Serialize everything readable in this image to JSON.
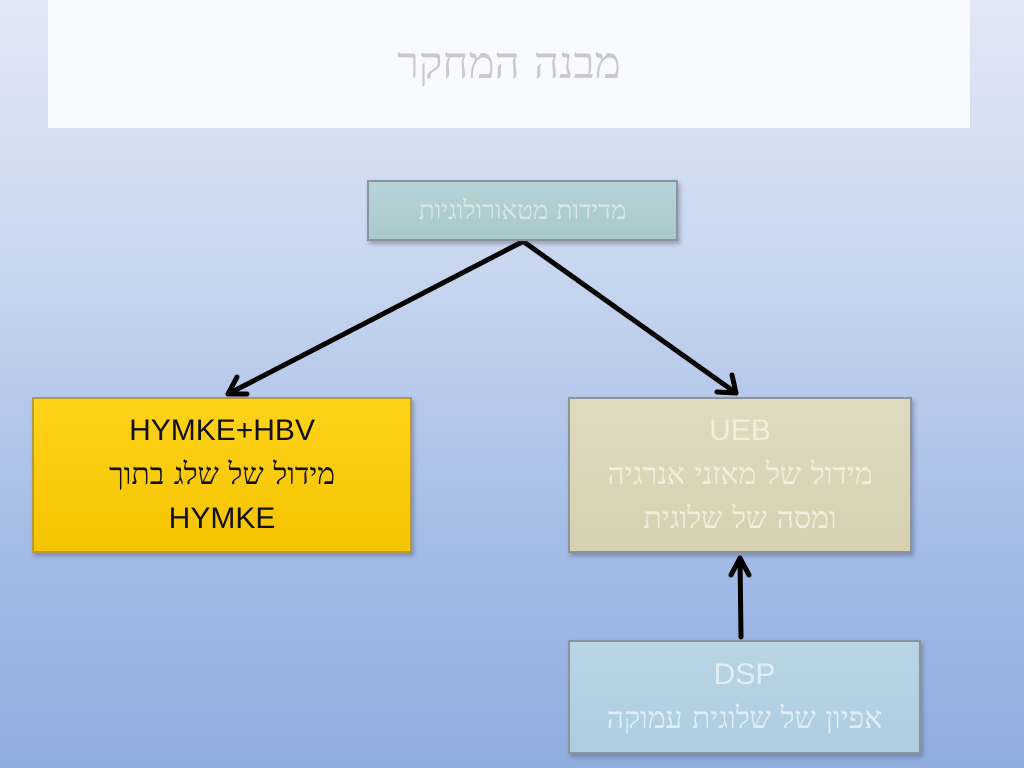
{
  "title": "מבנה המחקר",
  "nodes": {
    "top": {
      "label": "מדידות מטאורולוגיות"
    },
    "left": {
      "line1": "HYMKE+HBV",
      "line2": "מידול של שלג בתוך",
      "line3": "HYMKE"
    },
    "right": {
      "line1": "UEB",
      "line2": "מידול של מאזני אנרגיה",
      "line3": "ומסה של שלוגית"
    },
    "bottom": {
      "line1": "DSP",
      "line2": "אפיון של שלוגית עמוקה"
    }
  },
  "colors": {
    "left_box": "#ffd21a",
    "right_box": "#e0dbc0",
    "top_box": "#b7d3d6",
    "bottom_box": "#b9d5e4",
    "arrow": "#000000"
  }
}
